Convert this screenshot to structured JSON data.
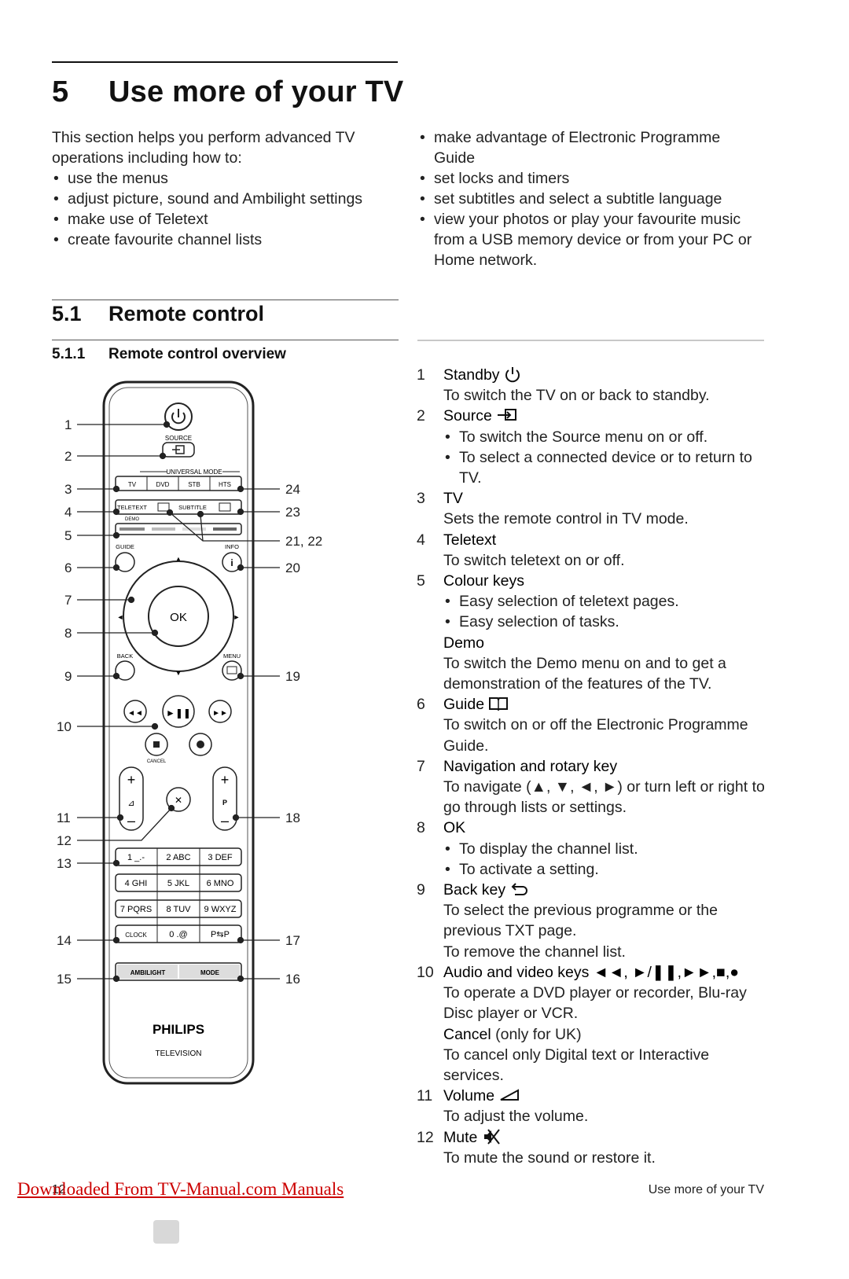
{
  "chapter": {
    "number": "5",
    "title": "Use more of your TV"
  },
  "intro": {
    "lead": [
      "This section helps you perform advanced TV",
      "operations including how to:"
    ],
    "left_bullets": [
      "use the menus",
      "adjust picture, sound and Ambilight settings",
      "make use of Teletext",
      "create favourite channel lists"
    ],
    "right_bullets": [
      "make advantage of Electronic Programme Guide",
      "set locks and timers",
      "set subtitles and select a subtitle language",
      "view your photos or play your favourite music from a USB memory device or from your PC or Home network."
    ]
  },
  "section": {
    "number": "5.1",
    "title": "Remote control"
  },
  "subsection": {
    "number": "5.1.1",
    "title": "Remote control overview"
  },
  "remote": {
    "labels_left": [
      "1",
      "2",
      "3",
      "4",
      "5",
      "6",
      "7",
      "8",
      "9",
      "10",
      "11",
      "12",
      "13",
      "14",
      "15"
    ],
    "labels_right": [
      "24",
      "23",
      "21, 22",
      "20",
      "19",
      "18",
      "17",
      "16"
    ],
    "source": "SOURCE",
    "universal_mode": "UNIVERSAL MODE",
    "modes": [
      "TV",
      "DVD",
      "STB",
      "HTS"
    ],
    "teletext": "TELETEXT",
    "subtitle": "SUBTITLE",
    "demo": "DEMO",
    "guide": "GUIDE",
    "info": "INFO",
    "ok": "OK",
    "back": "BACK",
    "menu": "MENU",
    "cancel": "CANCEL",
    "p": "P",
    "keys": [
      [
        "1 _.-",
        "2 ABC",
        "3 DEF"
      ],
      [
        "4 GHI",
        "5 JKL",
        "6 MNO"
      ],
      [
        "7 PQRS",
        "8 TUV",
        "9 WXYZ"
      ],
      [
        "CLOCK",
        "0 .@",
        "P⇆P"
      ]
    ],
    "ambilight": "AMBILIGHT",
    "mode": "MODE",
    "brand": "PHILIPS",
    "brand_sub": "TELEVISION"
  },
  "items": [
    {
      "n": "1",
      "title": "Standby",
      "icon": "power-icon",
      "lines": [
        "To switch the TV on or back to standby."
      ]
    },
    {
      "n": "2",
      "title": "Source",
      "icon": "source-icon",
      "bullets": [
        "To switch the Source menu on or off.",
        "To select a connected device or to return to TV."
      ]
    },
    {
      "n": "3",
      "title": "TV",
      "lines": [
        "Sets the remote control in TV mode."
      ]
    },
    {
      "n": "4",
      "title": "Teletext",
      "lines": [
        "To switch teletext on or off."
      ]
    },
    {
      "n": "5",
      "title": "Colour keys",
      "bullets": [
        "Easy selection of teletext pages.",
        "Easy selection of tasks."
      ],
      "extra_title": "Demo",
      "extra_lines": [
        "To switch the Demo menu on and to get a demonstration of the features of the TV."
      ]
    },
    {
      "n": "6",
      "title": "Guide",
      "icon": "book-icon",
      "lines": [
        "To switch on or off the Electronic Programme Guide."
      ]
    },
    {
      "n": "7",
      "title": "Navigation and rotary key",
      "lines": [
        "To navigate (▲, ▼, ◄, ►) or turn left or right to go through lists or settings."
      ]
    },
    {
      "n": "8",
      "title": "OK",
      "bullets": [
        "To display the channel list.",
        "To activate a setting."
      ]
    },
    {
      "n": "9",
      "title": "Back key",
      "icon": "back-arrow-icon",
      "lines": [
        "To select the previous programme or the previous TXT page.",
        "To remove the channel list."
      ]
    },
    {
      "n": "10",
      "title": "Audio and video keys ◄◄, ►/❚❚,►►,■,●",
      "lines": [
        "To operate a DVD player or recorder, Blu-ray Disc player or VCR."
      ],
      "extra_title": "Cancel",
      "extra_title_suffix": " (only for UK)",
      "extra_lines": [
        "To cancel only Digital text or Interactive services."
      ]
    },
    {
      "n": "11",
      "title": "Volume",
      "icon": "volume-icon",
      "lines": [
        "To adjust the volume."
      ]
    },
    {
      "n": "12",
      "title": "Mute",
      "icon": "mute-icon",
      "lines": [
        "To mute the sound or restore it."
      ]
    }
  ],
  "footer": {
    "link": "Downloaded From TV-Manual.com Manuals",
    "page": "12",
    "right": "Use more of your TV"
  }
}
